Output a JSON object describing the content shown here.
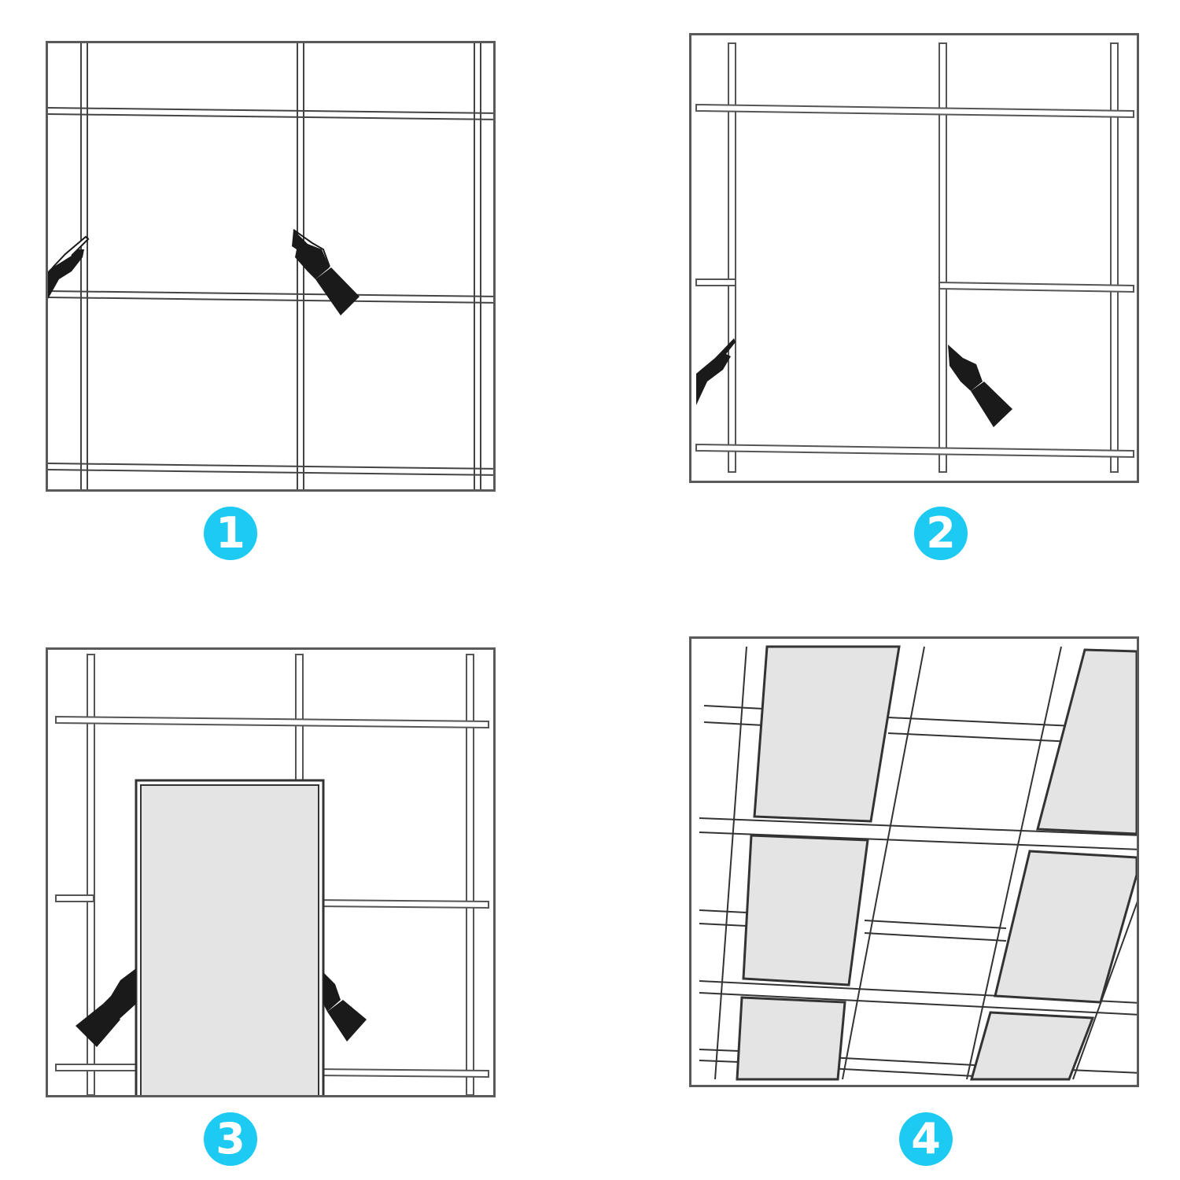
{
  "diagram": {
    "type": "installation-steps",
    "subject": "ceiling grid panel installation",
    "accent_color": "#1ccaf2",
    "panel_fill_color": "#e4e4e4",
    "line_color": "#3a3a3a",
    "steps": [
      {
        "number": "1",
        "description": "Grid frame with two hands pointing at vertical T-bar rails"
      },
      {
        "number": "2",
        "description": "Grid with middle cross bar removed, hands pointing at rails to open a bay"
      },
      {
        "number": "3",
        "description": "Panel lifted into the opened bay, held by two hands"
      },
      {
        "number": "4",
        "description": "Perspective view of installed panels in the ceiling grid"
      }
    ]
  }
}
